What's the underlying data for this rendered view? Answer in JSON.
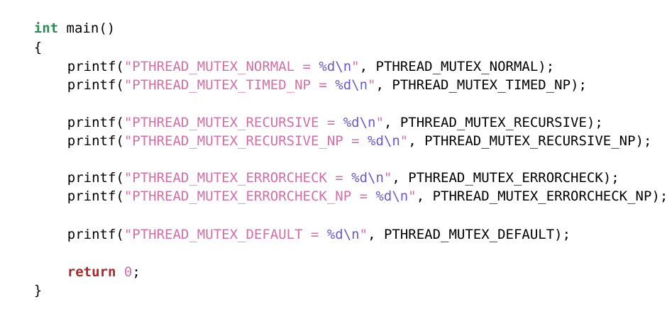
{
  "code": {
    "header": {
      "type": "int",
      "name": "main",
      "parens": "()"
    },
    "open_brace": "{",
    "close_brace": "}",
    "printf_lines": [
      {
        "func": "printf",
        "str_before": "\"PTHREAD_MUTEX_NORMAL = ",
        "fmt": "%d\\n",
        "str_after": "\"",
        "arg": "PTHREAD_MUTEX_NORMAL",
        "tail": ");"
      },
      {
        "func": "printf",
        "str_before": "\"PTHREAD_MUTEX_TIMED_NP = ",
        "fmt": "%d\\n",
        "str_after": "\"",
        "arg": "PTHREAD_MUTEX_TIMED_NP",
        "tail": ");"
      },
      {
        "func": "printf",
        "str_before": "\"PTHREAD_MUTEX_RECURSIVE = ",
        "fmt": "%d\\n",
        "str_after": "\"",
        "arg": "PTHREAD_MUTEX_RECURSIVE",
        "tail": ");"
      },
      {
        "func": "printf",
        "str_before": "\"PTHREAD_MUTEX_RECURSIVE_NP = ",
        "fmt": "%d\\n",
        "str_after": "\"",
        "arg": "PTHREAD_MUTEX_RECURSIVE_NP",
        "tail": ");"
      },
      {
        "func": "printf",
        "str_before": "\"PTHREAD_MUTEX_ERRORCHECK = ",
        "fmt": "%d\\n",
        "str_after": "\"",
        "arg": "PTHREAD_MUTEX_ERRORCHECK",
        "tail": ");"
      },
      {
        "func": "printf",
        "str_before": "\"PTHREAD_MUTEX_ERRORCHECK_NP = ",
        "fmt": "%d\\n",
        "str_after": "\"",
        "arg": "PTHREAD_MUTEX_ERRORCHECK_NP",
        "tail": ");"
      },
      {
        "func": "printf",
        "str_before": "\"PTHREAD_MUTEX_DEFAULT = ",
        "fmt": "%d\\n",
        "str_after": "\"",
        "arg": "PTHREAD_MUTEX_DEFAULT",
        "tail": ");"
      }
    ],
    "return_stmt": {
      "keyword": "return",
      "value": "0",
      "tail": ";"
    }
  },
  "colors": {
    "background": "#ffffff",
    "type_keyword": "#2e8b57",
    "return_keyword": "#a52a2a",
    "string": "#d36fa5",
    "format_specifier": "#6a5acd",
    "number": "#d36fa5",
    "plain": "#000000"
  }
}
